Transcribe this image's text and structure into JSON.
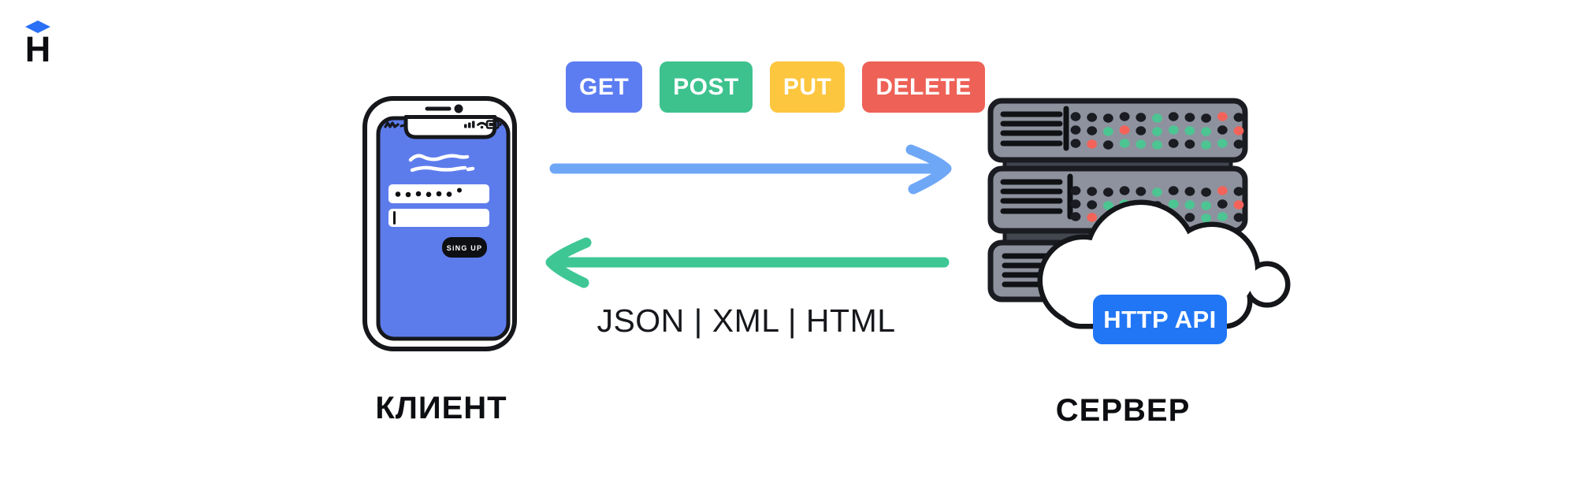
{
  "logo": {
    "brand": "Hexlet",
    "letter": "Н",
    "cap_color": "#2970f6",
    "letter_color": "#0c0d10"
  },
  "client": {
    "label": "КЛИЕНТ",
    "phone": {
      "screen_color": "#5d7cec",
      "signup_button_label": "SiNG UP",
      "status_icons": [
        "cellular-signal-icon",
        "wifi-icon",
        "battery-icon"
      ]
    }
  },
  "request": {
    "methods": [
      {
        "label": "GET",
        "color": "#5c7df2"
      },
      {
        "label": "POST",
        "color": "#3dc28e"
      },
      {
        "label": "PUT",
        "color": "#fdc63f"
      },
      {
        "label": "DELETE",
        "color": "#ee6156"
      }
    ],
    "arrow_color": "#6fa7f7"
  },
  "response": {
    "formats_label": "JSON | XML | HTML",
    "arrow_color": "#3ec795"
  },
  "server": {
    "label": "СЕРВЕР",
    "api_badge": {
      "label": "HTTP API",
      "color": "#2176f5"
    },
    "rack_color": "#8e929e",
    "led_patterns": [
      [
        "kkkkkgkkkrk",
        "kkgrkggggkr",
        "krkgggkkggk"
      ],
      [
        "kkkkkgkkkrk",
        "kkggkkgggkr",
        "krkkggkkggk"
      ]
    ],
    "led_colors": {
      "k": "#1a1c22",
      "g": "#4cc593",
      "r": "#f4635a"
    }
  }
}
